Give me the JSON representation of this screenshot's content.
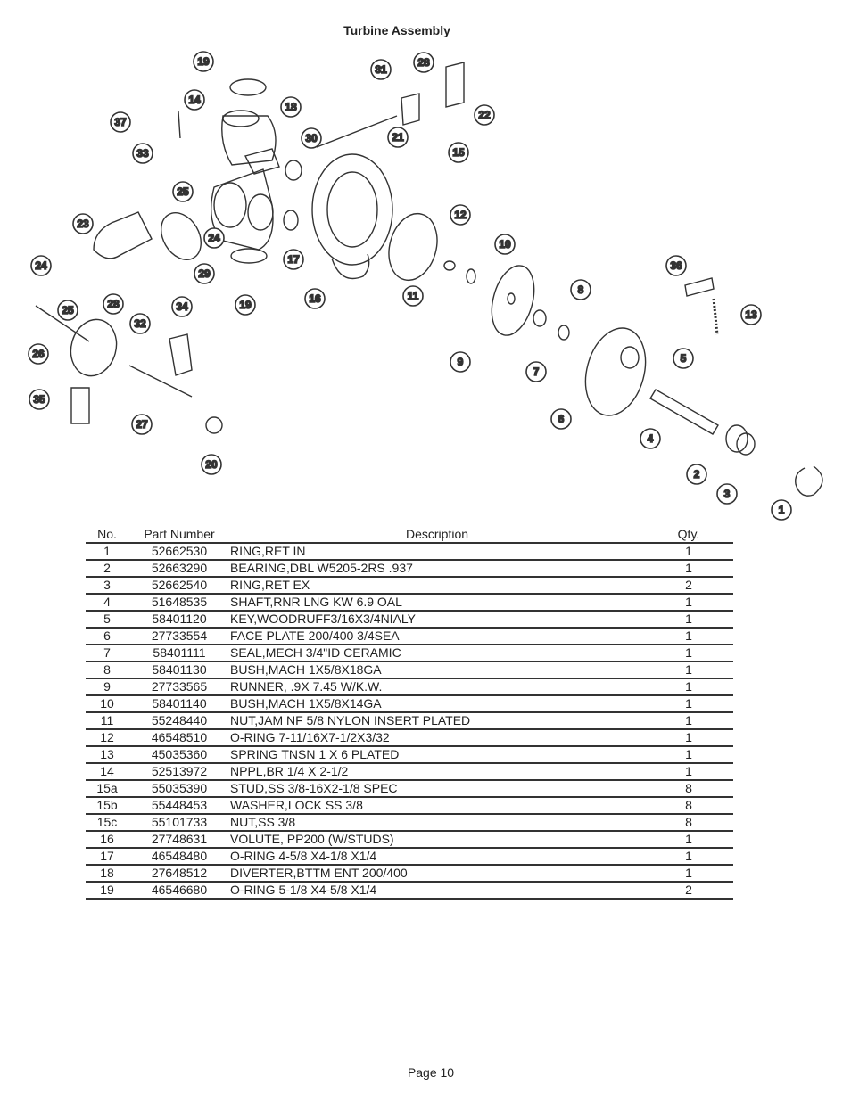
{
  "title": "Turbine Assembly",
  "diagram_callouts": [
    "1",
    "2",
    "3",
    "4",
    "5",
    "6",
    "7",
    "8",
    "9",
    "10",
    "11",
    "12",
    "13",
    "14",
    "15",
    "16",
    "17",
    "18",
    "19",
    "19",
    "20",
    "21",
    "22",
    "23",
    "24",
    "24",
    "25",
    "25",
    "26",
    "27",
    "28",
    "28",
    "29",
    "30",
    "31",
    "32",
    "33",
    "34",
    "35",
    "36",
    "37"
  ],
  "table": {
    "headers": {
      "no": "No.",
      "part": "Part Number",
      "desc": "Description",
      "qty": "Qty."
    },
    "rows": [
      {
        "no": "1",
        "part": "52662530",
        "desc": "RING,RET IN",
        "qty": "1"
      },
      {
        "no": "2",
        "part": "52663290",
        "desc": "BEARING,DBL W5205-2RS .937",
        "qty": "1"
      },
      {
        "no": "3",
        "part": "52662540",
        "desc": "RING,RET EX",
        "qty": "2"
      },
      {
        "no": "4",
        "part": "51648535",
        "desc": "SHAFT,RNR LNG KW 6.9 OAL",
        "qty": "1"
      },
      {
        "no": "5",
        "part": "58401120",
        "desc": "KEY,WOODRUFF3/16X3/4NIALY",
        "qty": "1"
      },
      {
        "no": "6",
        "part": "27733554",
        "desc": "FACE PLATE 200/400 3/4SEA",
        "qty": "1"
      },
      {
        "no": "7",
        "part": "58401111",
        "desc": "SEAL,MECH 3/4\"ID CERAMIC",
        "qty": "1"
      },
      {
        "no": "8",
        "part": "58401130",
        "desc": "BUSH,MACH 1X5/8X18GA",
        "qty": "1"
      },
      {
        "no": "9",
        "part": "27733565",
        "desc": "RUNNER, .9X 7.45 W/K.W.",
        "qty": "1"
      },
      {
        "no": "10",
        "part": "58401140",
        "desc": "BUSH,MACH 1X5/8X14GA",
        "qty": "1"
      },
      {
        "no": "11",
        "part": "55248440",
        "desc": "NUT,JAM NF 5/8 NYLON INSERT PLATED",
        "qty": "1"
      },
      {
        "no": "12",
        "part": "46548510",
        "desc": "O-RING 7-11/16X7-1/2X3/32",
        "qty": "1"
      },
      {
        "no": "13",
        "part": "45035360",
        "desc": "SPRING TNSN 1 X 6 PLATED",
        "qty": "1"
      },
      {
        "no": "14",
        "part": "52513972",
        "desc": "NPPL,BR 1/4 X 2-1/2",
        "qty": "1"
      },
      {
        "no": "15a",
        "part": "55035390",
        "desc": "STUD,SS 3/8-16X2-1/8 SPEC",
        "qty": "8"
      },
      {
        "no": "15b",
        "part": "55448453",
        "desc": "WASHER,LOCK SS 3/8",
        "qty": "8"
      },
      {
        "no": "15c",
        "part": "55101733",
        "desc": "NUT,SS 3/8",
        "qty": "8"
      },
      {
        "no": "16",
        "part": "27748631",
        "desc": "VOLUTE, PP200 (W/STUDS)",
        "qty": "1"
      },
      {
        "no": "17",
        "part": "46548480",
        "desc": "O-RING 4-5/8 X4-1/8 X1/4",
        "qty": "1"
      },
      {
        "no": "18",
        "part": "27648512",
        "desc": "DIVERTER,BTTM ENT 200/400",
        "qty": "1"
      },
      {
        "no": "19",
        "part": "46546680",
        "desc": "O-RING 5-1/8 X4-5/8 X1/4",
        "qty": "2"
      }
    ]
  },
  "footer": {
    "page": "Page 10"
  }
}
